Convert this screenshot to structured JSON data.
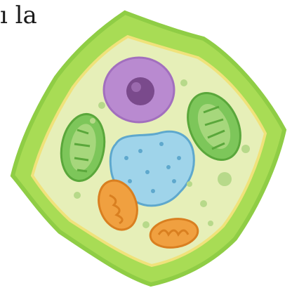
{
  "caption": {
    "fragment": "ı la"
  },
  "illustration": {
    "subject": "plant-cell",
    "parts": [
      "cell-wall",
      "cell-membrane",
      "cytoplasm",
      "nucleus",
      "nucleolus",
      "vacuole",
      "chloroplast",
      "chloroplast",
      "mitochondrion",
      "mitochondrion",
      "granules"
    ]
  },
  "colors": {
    "wall": "#a8dc55",
    "wall_edge": "#7cc23a",
    "membrane": "#f0e27a",
    "cytoplasm": "#e6efb8",
    "nucleus": "#b98ad0",
    "nucleolus": "#7a4a8c",
    "vacuole": "#9fd4ea",
    "vacuole_edge": "#5ea8cd",
    "chloroplast": "#7dc65a",
    "mitochondrion": "#f0a040",
    "granule": "#b7d98a"
  }
}
